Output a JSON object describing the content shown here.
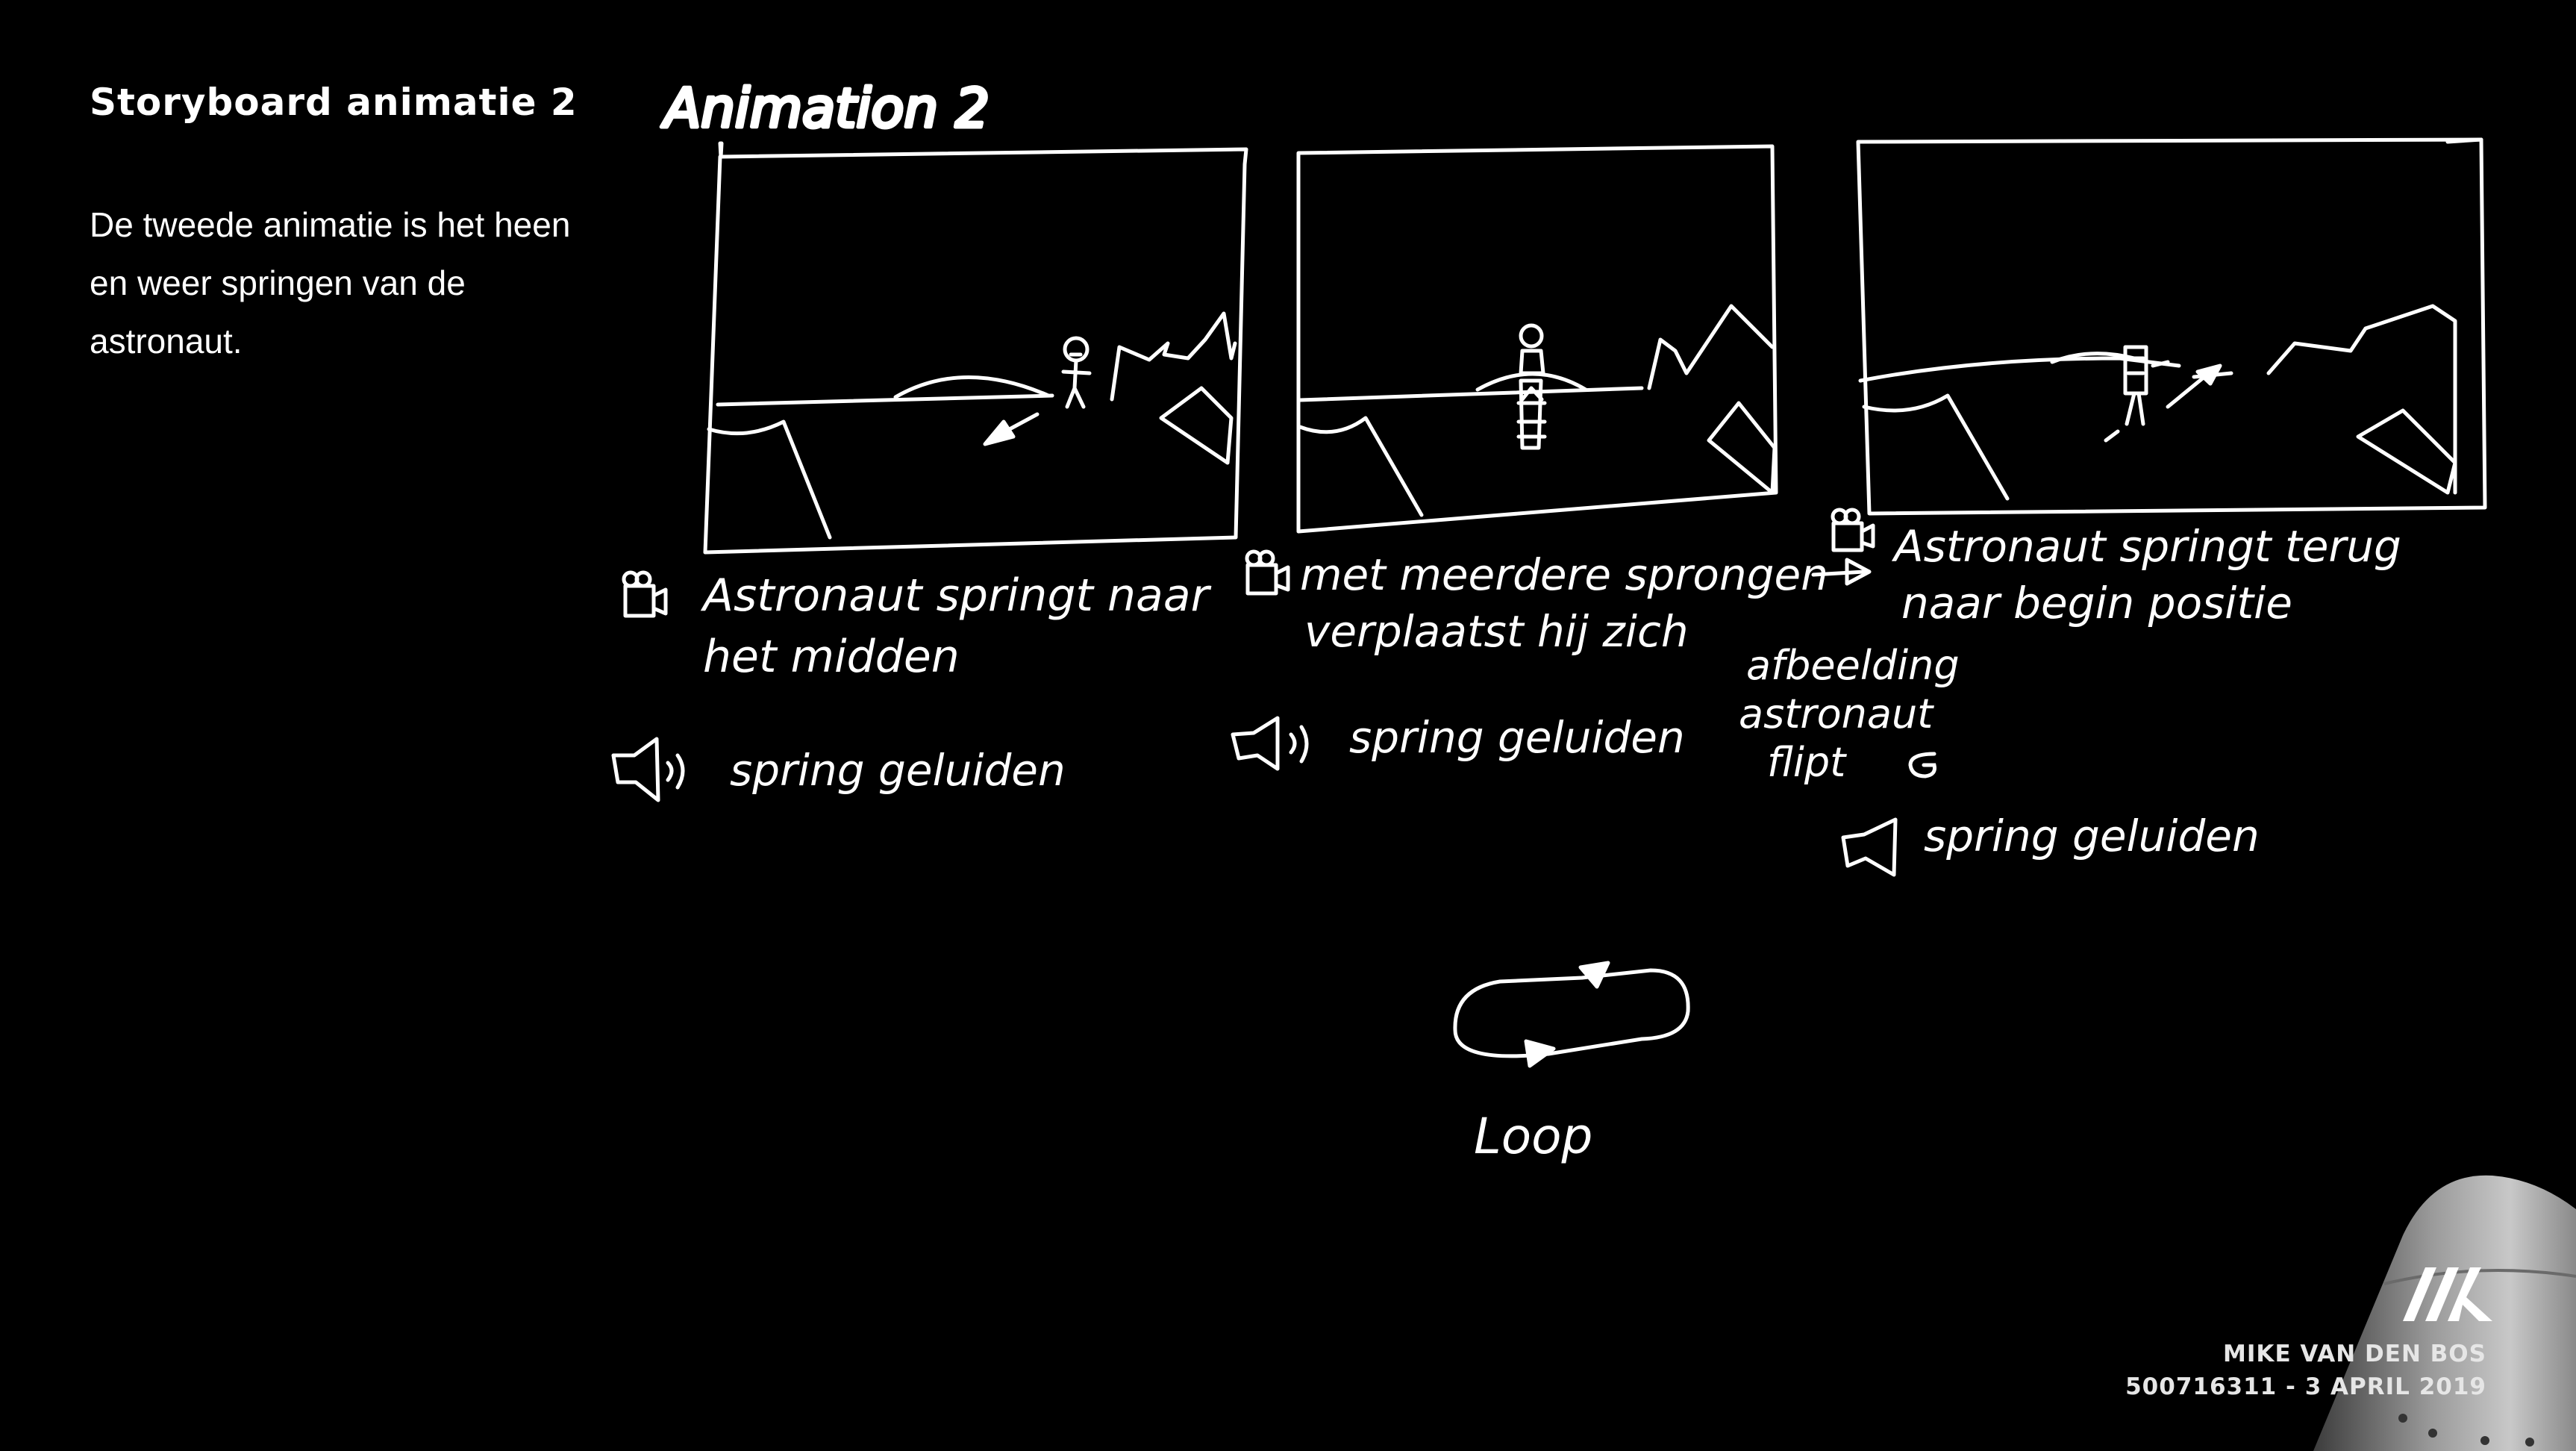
{
  "slide": {
    "title": "Storyboard animatie 2",
    "description": "De tweede animatie is het heen en weer springen van de astronaut."
  },
  "sketch": {
    "heading": "Animation 2",
    "panel1": {
      "caption_line1": "Astronaut springt naar",
      "caption_line2": "het midden",
      "sound": "spring geluiden"
    },
    "panel2": {
      "caption_line1": "met meerdere sprongen",
      "caption_line2": "verplaatst hij zich",
      "sound": "spring geluiden"
    },
    "panel3": {
      "caption_line1": "Astronaut springt terug",
      "caption_line2": "naar begin positie",
      "note_line1": "afbeelding",
      "note_line2": "astronaut",
      "note_line3": "flipt",
      "sound": "spring geluiden"
    },
    "loop_label": "Loop"
  },
  "footer": {
    "author_name": "MIKE VAN DEN BOS",
    "author_meta": "500716311 - 3 APRIL 2019",
    "logo_mark": "MK"
  }
}
